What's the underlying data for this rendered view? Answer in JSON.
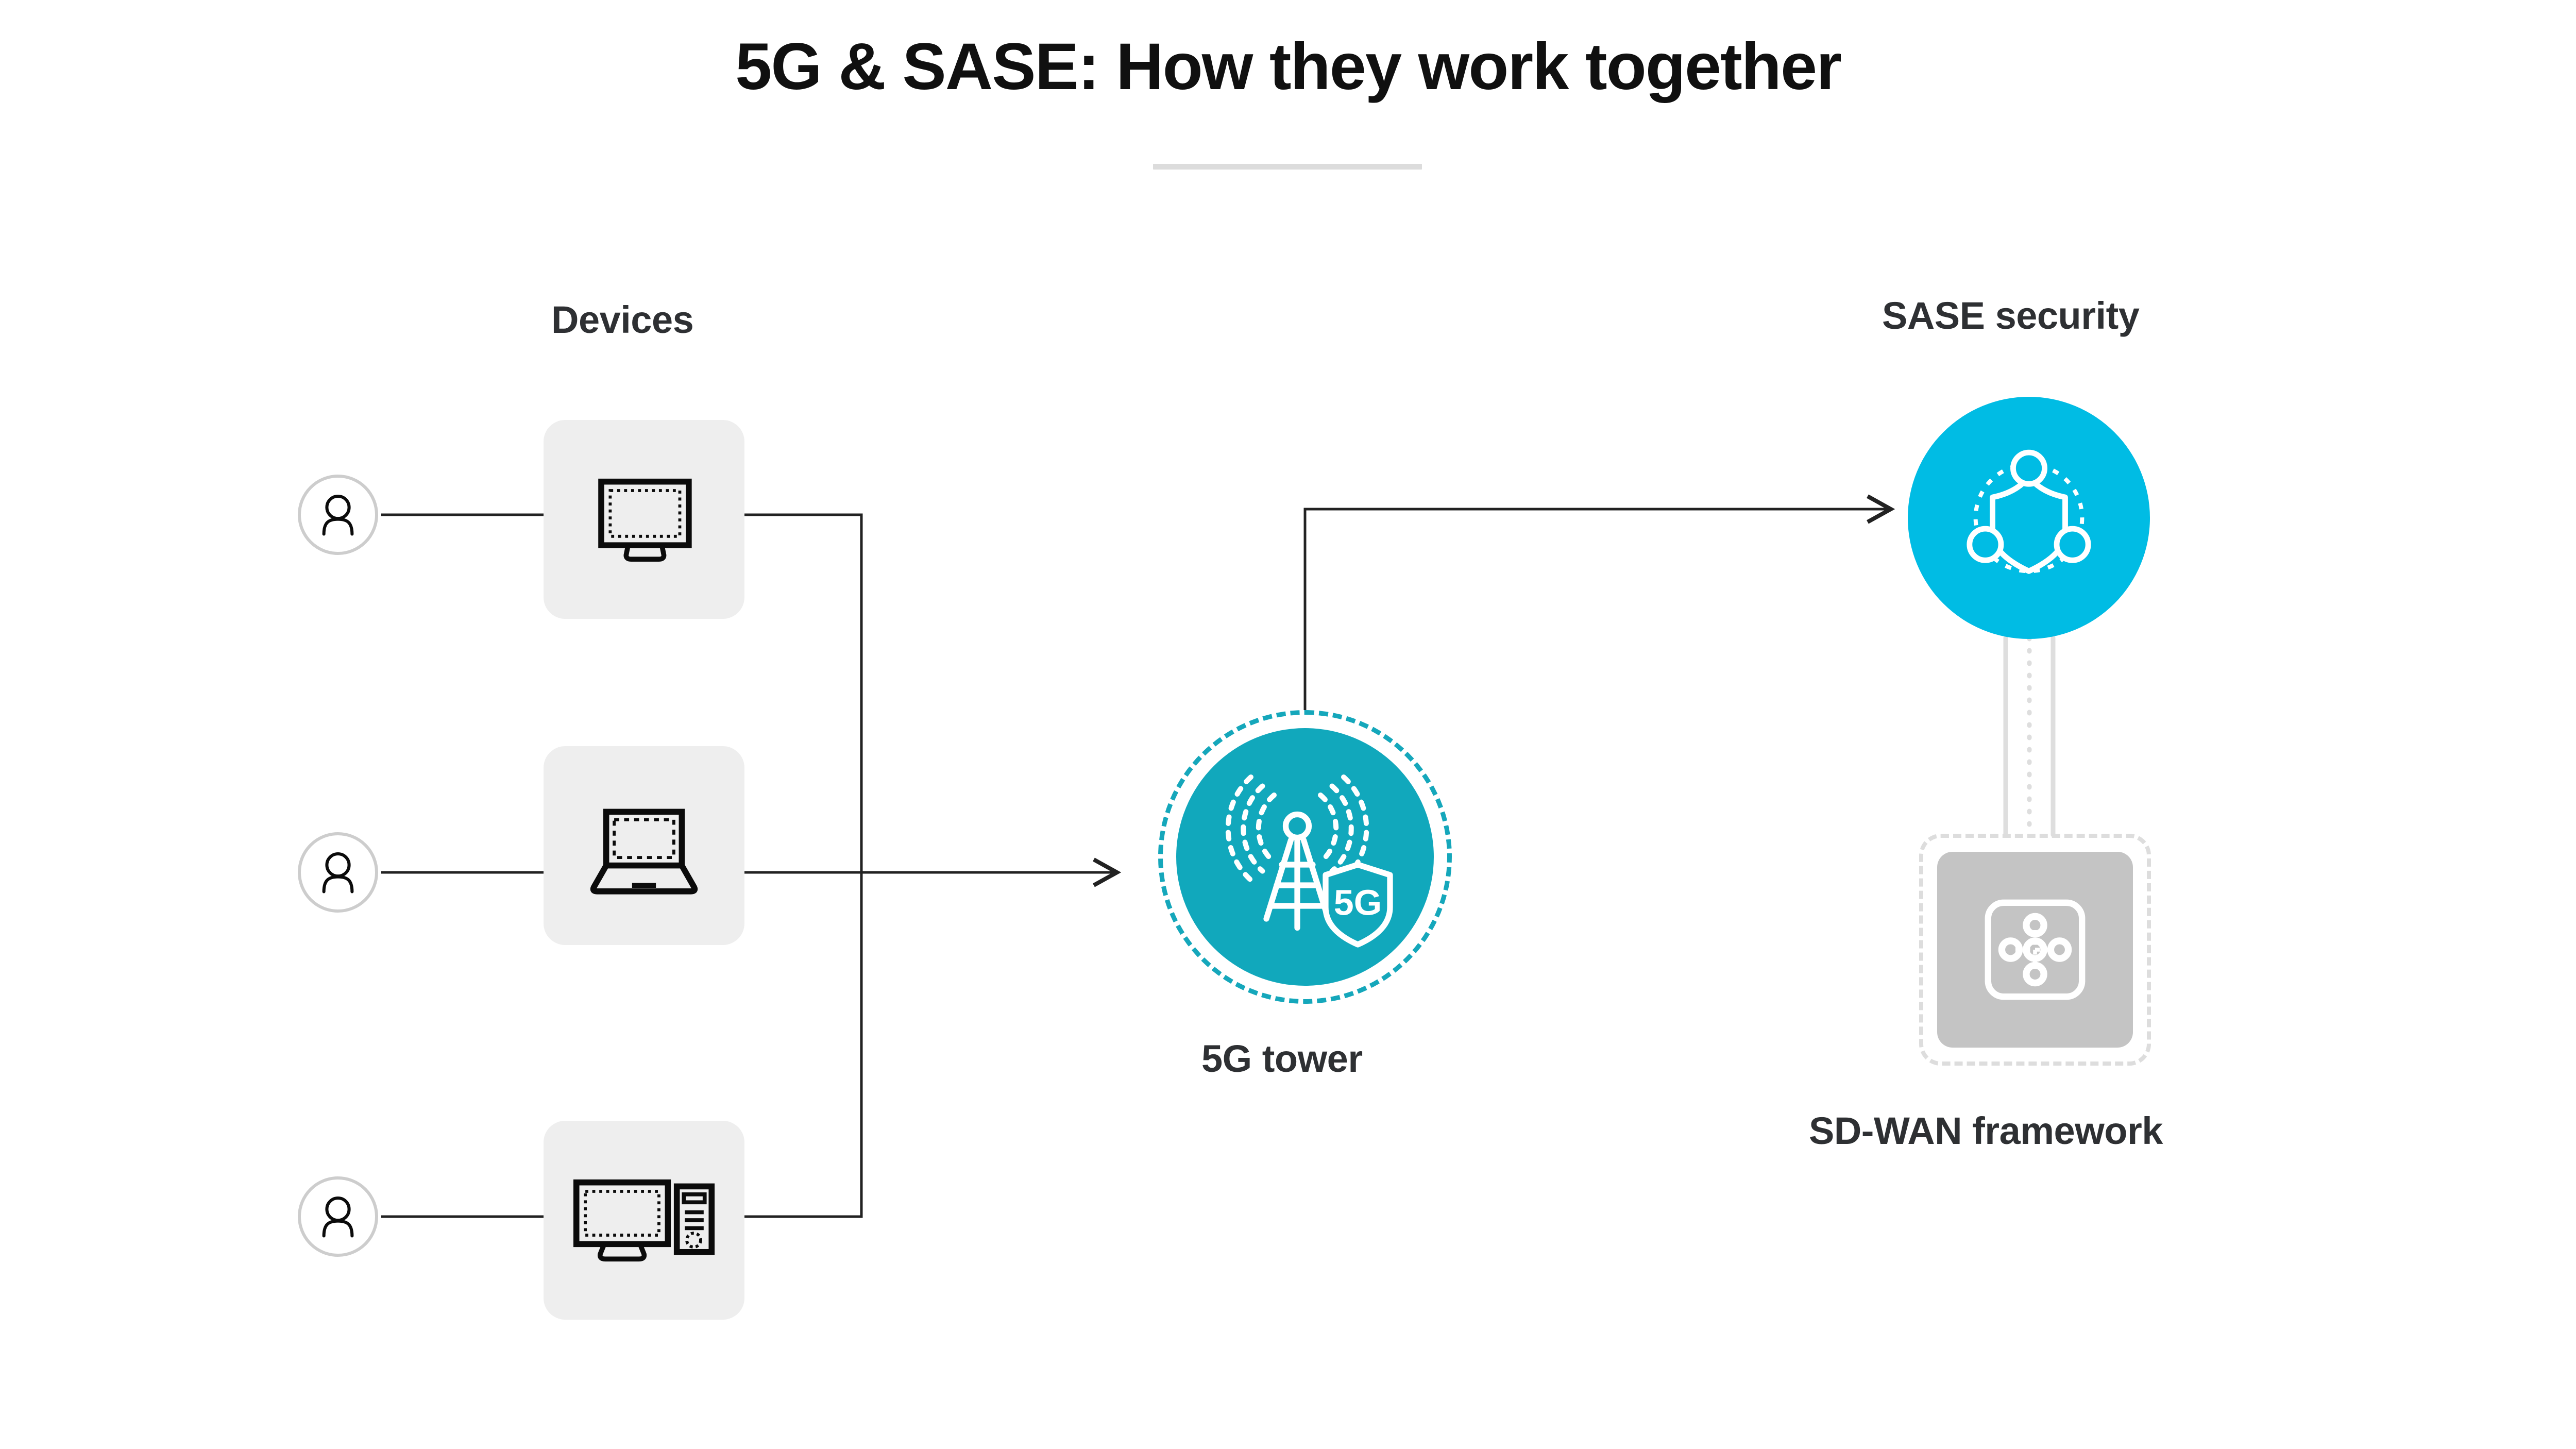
{
  "page": {
    "title": "5G & SASE: How they work together",
    "background_color": "#ffffff"
  },
  "colors": {
    "title_text": "#101010",
    "label_text": "#2e3033",
    "divider": "#dcdcdc",
    "tower_teal": "#11a8bc",
    "tower_ring_teal": "#15a7bb",
    "sase_cyan": "#00bce4",
    "device_tile_gray": "#eeeeee",
    "sdwan_plate_gray": "#c4c4c4",
    "sdwan_frame_gray": "#dddddd",
    "avatar_ring_gray": "#cdcdcd",
    "connector_line": "#222222",
    "vertical_link_gray": "#dedede"
  },
  "diagram": {
    "type": "network-flow-diagram",
    "groups": [
      {
        "id": "devices",
        "label": "Devices",
        "icon": "devices-group",
        "items": [
          {
            "id": "device-1",
            "icon": "monitor-icon",
            "person_icon": "person-avatar-icon"
          },
          {
            "id": "device-2",
            "icon": "laptop-icon",
            "person_icon": "person-avatar-icon"
          },
          {
            "id": "device-3",
            "icon": "desktop-computer-icon",
            "person_icon": "person-avatar-icon"
          }
        ]
      }
    ],
    "nodes": [
      {
        "id": "tower-5g",
        "label": "5G tower",
        "label_position": "below",
        "icon": "5g-tower-icon",
        "badge_text": "5G",
        "fill": "#11a8bc",
        "ring": "dashed"
      },
      {
        "id": "sase-security",
        "label": "SASE security",
        "label_position": "above",
        "icon": "sase-shield-network-icon",
        "fill": "#00bce4",
        "ring": "none"
      },
      {
        "id": "sdwan-framework",
        "label": "SD-WAN framework",
        "label_position": "below",
        "icon": "sdwan-network-nodes-icon",
        "fill": "#c4c4c4",
        "frame": "dashed"
      }
    ],
    "connections": [
      {
        "from": "person-1",
        "to": "device-1",
        "style": "solid",
        "arrow": false
      },
      {
        "from": "person-2",
        "to": "device-2",
        "style": "solid",
        "arrow": false
      },
      {
        "from": "person-3",
        "to": "device-3",
        "style": "solid",
        "arrow": false
      },
      {
        "from": "devices",
        "to": "tower-5g",
        "style": "solid",
        "arrow": true
      },
      {
        "from": "tower-5g",
        "to": "sase-security",
        "style": "solid",
        "arrow": true
      },
      {
        "from": "sase-security",
        "to": "sdwan-framework",
        "style": "solid-dotted-solid",
        "arrow": false
      }
    ]
  }
}
